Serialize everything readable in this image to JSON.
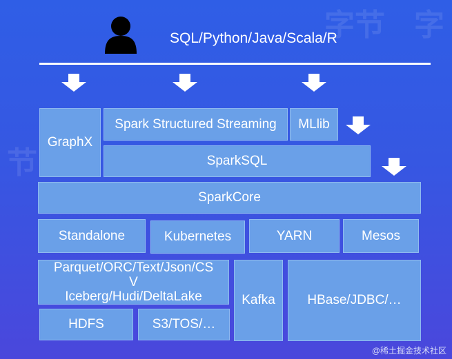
{
  "header": {
    "languages": "SQL/Python/Java/Scala/R"
  },
  "layers": {
    "graphx": "GraphX",
    "streaming": "Spark Structured Streaming",
    "mllib": "MLlib",
    "sparksql": "SparkSQL",
    "sparkcore": "SparkCore"
  },
  "cluster_managers": {
    "standalone": "Standalone",
    "kubernetes": "Kubernetes",
    "yarn": "YARN",
    "mesos": "Mesos"
  },
  "storage": {
    "formats_line1": "Parquet/ORC/Text/Json/CS",
    "formats_line2": "V",
    "formats_line3": "Iceberg/Hudi/DeltaLake",
    "kafka": "Kafka",
    "hbase": "HBase/JDBC/…",
    "hdfs": "HDFS",
    "s3": "S3/TOS/…"
  },
  "watermark": "@稀土掘金技术社区",
  "colors": {
    "box_fill": "#6aa0e8",
    "background": "#3657e2"
  }
}
